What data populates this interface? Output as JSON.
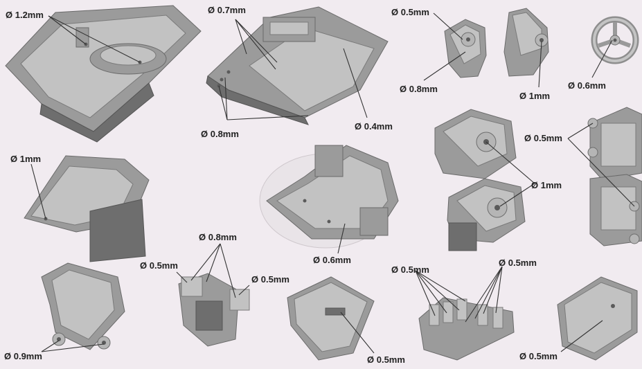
{
  "labels": {
    "l01": "Ø 1.2mm",
    "l02": "Ø 0.7mm",
    "l03": "Ø 0.8mm",
    "l04": "Ø 0.4mm",
    "l05": "Ø 0.5mm",
    "l06": "Ø 0.8mm",
    "l07": "Ø 1mm",
    "l08": "Ø 0.6mm",
    "l09": "Ø 0.5mm",
    "l10": "Ø 1mm",
    "l11": "Ø 1mm",
    "l12": "Ø 0.6mm",
    "l13": "Ø 0.8mm",
    "l14": "Ø 0.5mm",
    "l15": "Ø 0.5mm",
    "l16": "Ø 0.9mm",
    "l17": "Ø 0.5mm",
    "l18": "Ø 0.5mm",
    "l19": "Ø 0.5mm",
    "l20": "Ø 0.5mm"
  }
}
